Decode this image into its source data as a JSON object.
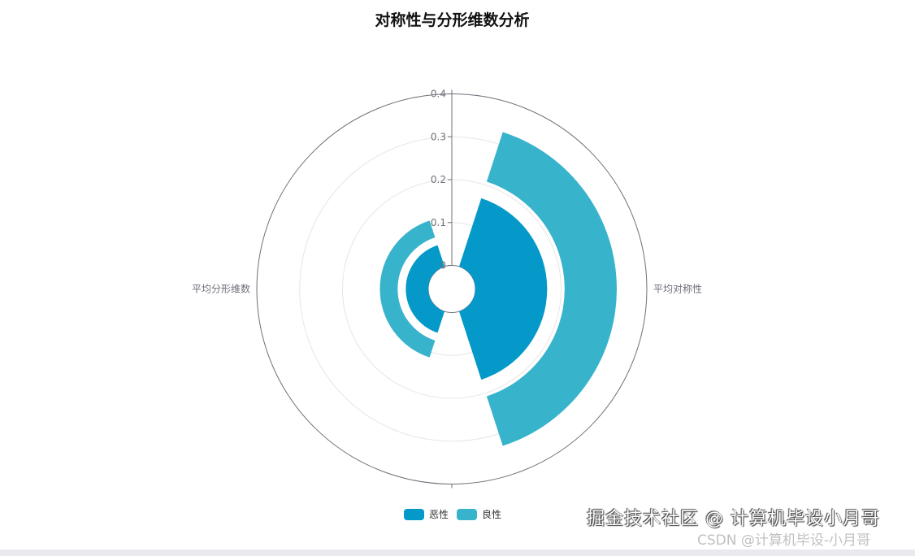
{
  "chart_data": {
    "type": "polar-bar",
    "title": "对称性与分形维数分析",
    "categories": [
      "平均对称性",
      "平均分形维数"
    ],
    "stacked": true,
    "radius_axis": {
      "min": 0,
      "max": 0.4,
      "ticks": [
        "0",
        "0.1",
        "0.2",
        "0.3",
        "0.4"
      ]
    },
    "series": [
      {
        "name": "恶性",
        "values": [
          0.175,
          0.06
        ],
        "color": "#0499c8"
      },
      {
        "name": "良性",
        "values": [
          0.17,
          0.058
        ],
        "color": "#37b3cc"
      }
    ],
    "legend_position": "bottom",
    "grid": true
  },
  "watermark": {
    "juejin": "掘金技术社区 @ 计算机毕设小月哥",
    "csdn": "CSDN @计算机毕设-小月哥"
  }
}
